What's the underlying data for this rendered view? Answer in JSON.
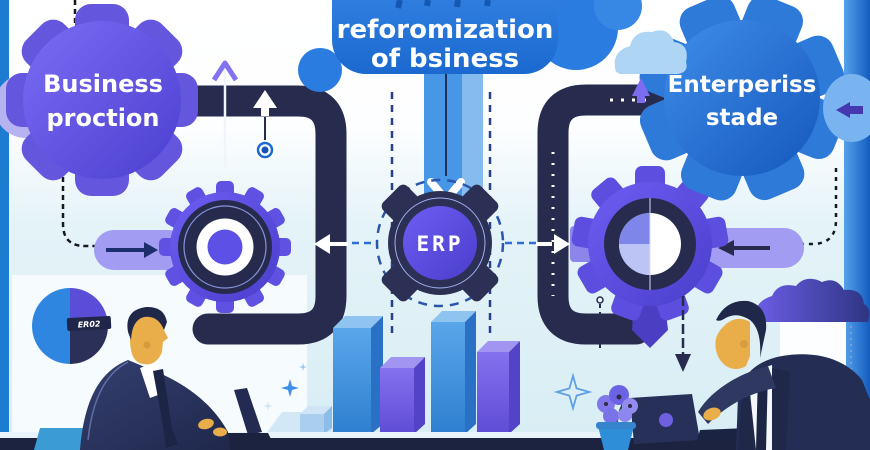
{
  "title_bubble": {
    "line1": "reforomization",
    "line2": "of bsiness"
  },
  "left_badge": {
    "line1": "Business",
    "line2": "proction"
  },
  "right_badge": {
    "line1": "Enterperiss",
    "line2": "stade"
  },
  "center_gear": {
    "label": "ERP"
  },
  "pie": {
    "label": "ER02"
  },
  "colors": {
    "bubble_blue": "#2b7ce0",
    "badge_purple": "#6155de",
    "badge_blue": "#2e7cd8",
    "gear_navy": "#272c4e",
    "gear_purple": "#5b4fdf",
    "accent_light_purple": "#a29cf2",
    "background_top": "#ffffff",
    "background_bottom": "#d8edf4",
    "frame_blue": "#1b7cd0",
    "table_navy": "#1c2340",
    "skin": "#e9ae4a",
    "bar_blue": "#3f93e0",
    "bar_purple": "#7a63e8"
  },
  "chart_data": [
    {
      "type": "pie",
      "title": "decorative pie chart",
      "labels": [
        "blue left half",
        "purple quarter",
        "navy quarter"
      ],
      "values": [
        50,
        25,
        25
      ],
      "colors": [
        "#2f86e0",
        "#5a4ed8",
        "#2b3058"
      ],
      "annotation": "ER02",
      "legend": "none",
      "axes": "none"
    },
    {
      "type": "bar",
      "title": "decorative 3D bar chart (no axes or labels)",
      "categories": [
        "1",
        "2",
        "3",
        "4",
        "5"
      ],
      "values": [
        20,
        100,
        62,
        102,
        76
      ],
      "colors": [
        "#aacfee",
        "#3f93e0",
        "#7a63e8",
        "#3f93e0",
        "#7a63e8"
      ],
      "legend": "none",
      "axes": "none"
    }
  ]
}
